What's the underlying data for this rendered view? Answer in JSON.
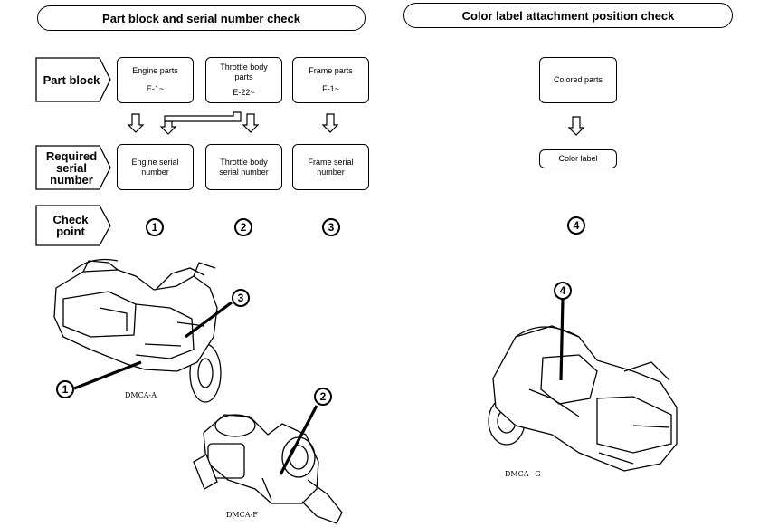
{
  "headers": {
    "left": "Part block and serial number check",
    "right": "Color label attachment position check"
  },
  "row_labels": {
    "part_block": "Part block",
    "required_serial": [
      "Required",
      "serial",
      "number"
    ],
    "check_point": [
      "Check",
      "point"
    ]
  },
  "part_blocks": [
    {
      "name": [
        "Engine parts"
      ],
      "code": "E-1~"
    },
    {
      "name": [
        "Throttle body",
        "parts"
      ],
      "code": "E-22~"
    },
    {
      "name": [
        "Frame parts"
      ],
      "code": "F-1~"
    }
  ],
  "serials": [
    [
      "Engine serial",
      "number"
    ],
    [
      "Throttle body",
      "serial number"
    ],
    [
      "Frame serial",
      "number"
    ]
  ],
  "check_points": [
    "1",
    "2",
    "3"
  ],
  "color": {
    "parts": "Colored parts",
    "label": "Color label",
    "check_point": "4"
  },
  "captions": {
    "motorcycle_left": "DMCA-A",
    "throttle_body": "DMCA-F",
    "motorcycle_right": "DMCA−G"
  },
  "callouts": {
    "engine": "1",
    "throttle": "2",
    "frame": "3",
    "label": "4"
  }
}
